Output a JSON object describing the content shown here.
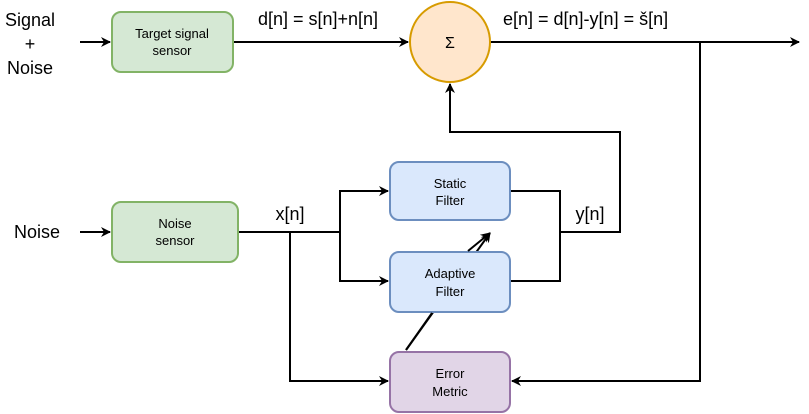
{
  "title": "Adaptive noise cancellation block diagram",
  "inputs": {
    "signal_plus_noise": [
      "Signal",
      "+",
      "Noise"
    ],
    "noise": "Noise"
  },
  "blocks": {
    "target_sensor": [
      "Target signal",
      "sensor"
    ],
    "noise_sensor": [
      "Noise",
      "sensor"
    ],
    "summer": "Σ",
    "static_filter": [
      "Static",
      "Filter"
    ],
    "adaptive_filter": [
      "Adaptive",
      "Filter"
    ],
    "error_metric": [
      "Error",
      "Metric"
    ]
  },
  "signals": {
    "d": "d[n] = s[n]+n[n]",
    "e": "e[n] = d[n]-y[n] = š[n]",
    "x": "x[n]",
    "y": "y[n]"
  },
  "colors": {
    "green_fill": "#d5e8d4",
    "green_stroke": "#82b366",
    "blue_fill": "#dae8fc",
    "blue_stroke": "#6c8ebf",
    "purple_fill": "#e1d5e7",
    "purple_stroke": "#9673a6",
    "orange_fill": "#ffe6cc",
    "orange_stroke": "#d79b00"
  }
}
